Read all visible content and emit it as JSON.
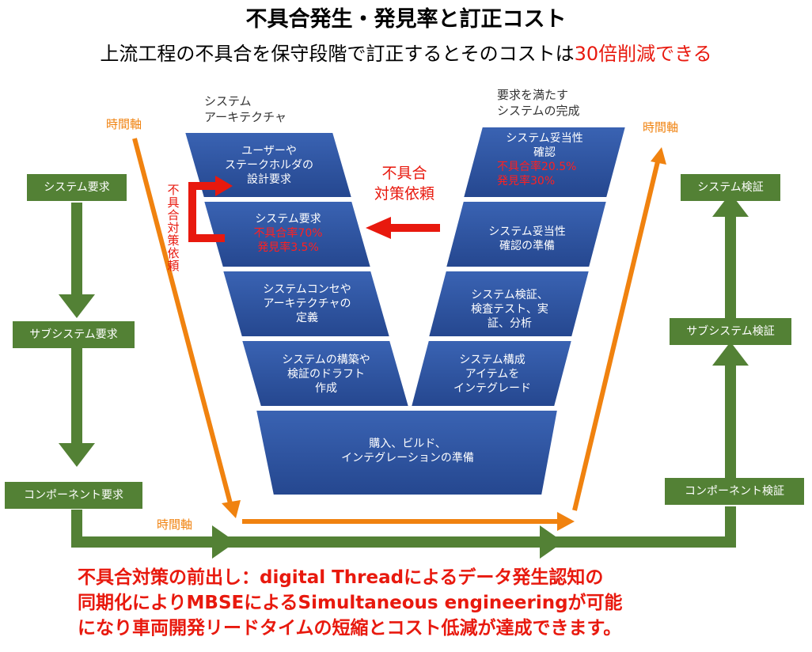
{
  "title": "不具合発生・発見率と訂正コスト",
  "subtitle": {
    "before": "上流工程の不具合を保守段階で訂正するとそのコストは",
    "highlight": "30倍削減できる"
  },
  "labels": {
    "arch_top": [
      "システム",
      "アーキテクチャ"
    ],
    "complete_top": [
      "要求を満たす",
      "システムの完成"
    ],
    "time_axis_left": "時間軸",
    "time_axis_right": "時間軸",
    "time_axis_bottom": "時間軸",
    "defect_request": [
      "不具合",
      "対策依頼"
    ],
    "defect_vertical": "不具合対策依頼"
  },
  "left_stages": [
    "システム要求",
    "サブシステム要求",
    "コンポーネント要求"
  ],
  "right_stages": [
    "システム検証",
    "サブシステム検証",
    "コンポーネント検証"
  ],
  "v_left": [
    {
      "lines": [
        "ユーザーや",
        "ステークホルダの",
        "設計要求"
      ],
      "red": []
    },
    {
      "lines": [
        "システム要求"
      ],
      "red": [
        "不具合率70%",
        "発見率3.5%"
      ]
    },
    {
      "lines": [
        "システムコンセや",
        "アーキテクチャの",
        "定義"
      ],
      "red": []
    },
    {
      "lines": [
        "システムの構築や",
        "検証のドラフト",
        "作成"
      ],
      "red": []
    }
  ],
  "v_right": [
    {
      "lines": [
        "システム妥当性",
        "確認"
      ],
      "red": [
        "不具合率20.5%",
        "発見率30%"
      ]
    },
    {
      "lines": [
        "システム妥当性",
        "確認の準備"
      ],
      "red": []
    },
    {
      "lines": [
        "システム検証、",
        "検査テスト、実",
        "証、分析"
      ],
      "red": []
    },
    {
      "lines": [
        "システム構成",
        "アイテムを",
        "インテグレード"
      ],
      "red": []
    }
  ],
  "v_bottom": {
    "lines": [
      "購入、ビルド、",
      "インテグレーションの準備"
    ]
  },
  "bottom_text": [
    "不具合対策の前出し：digital Threadによるデータ発生認知の",
    "同期化によりMBSEによるSimultaneous engineeringが可能",
    "になり車両開発リードタイムの短縮とコスト低減が達成できます。"
  ],
  "colors": {
    "green": "#538135",
    "blue": "#2f56a0",
    "orange": "#f0820f",
    "red": "#e8190e"
  }
}
